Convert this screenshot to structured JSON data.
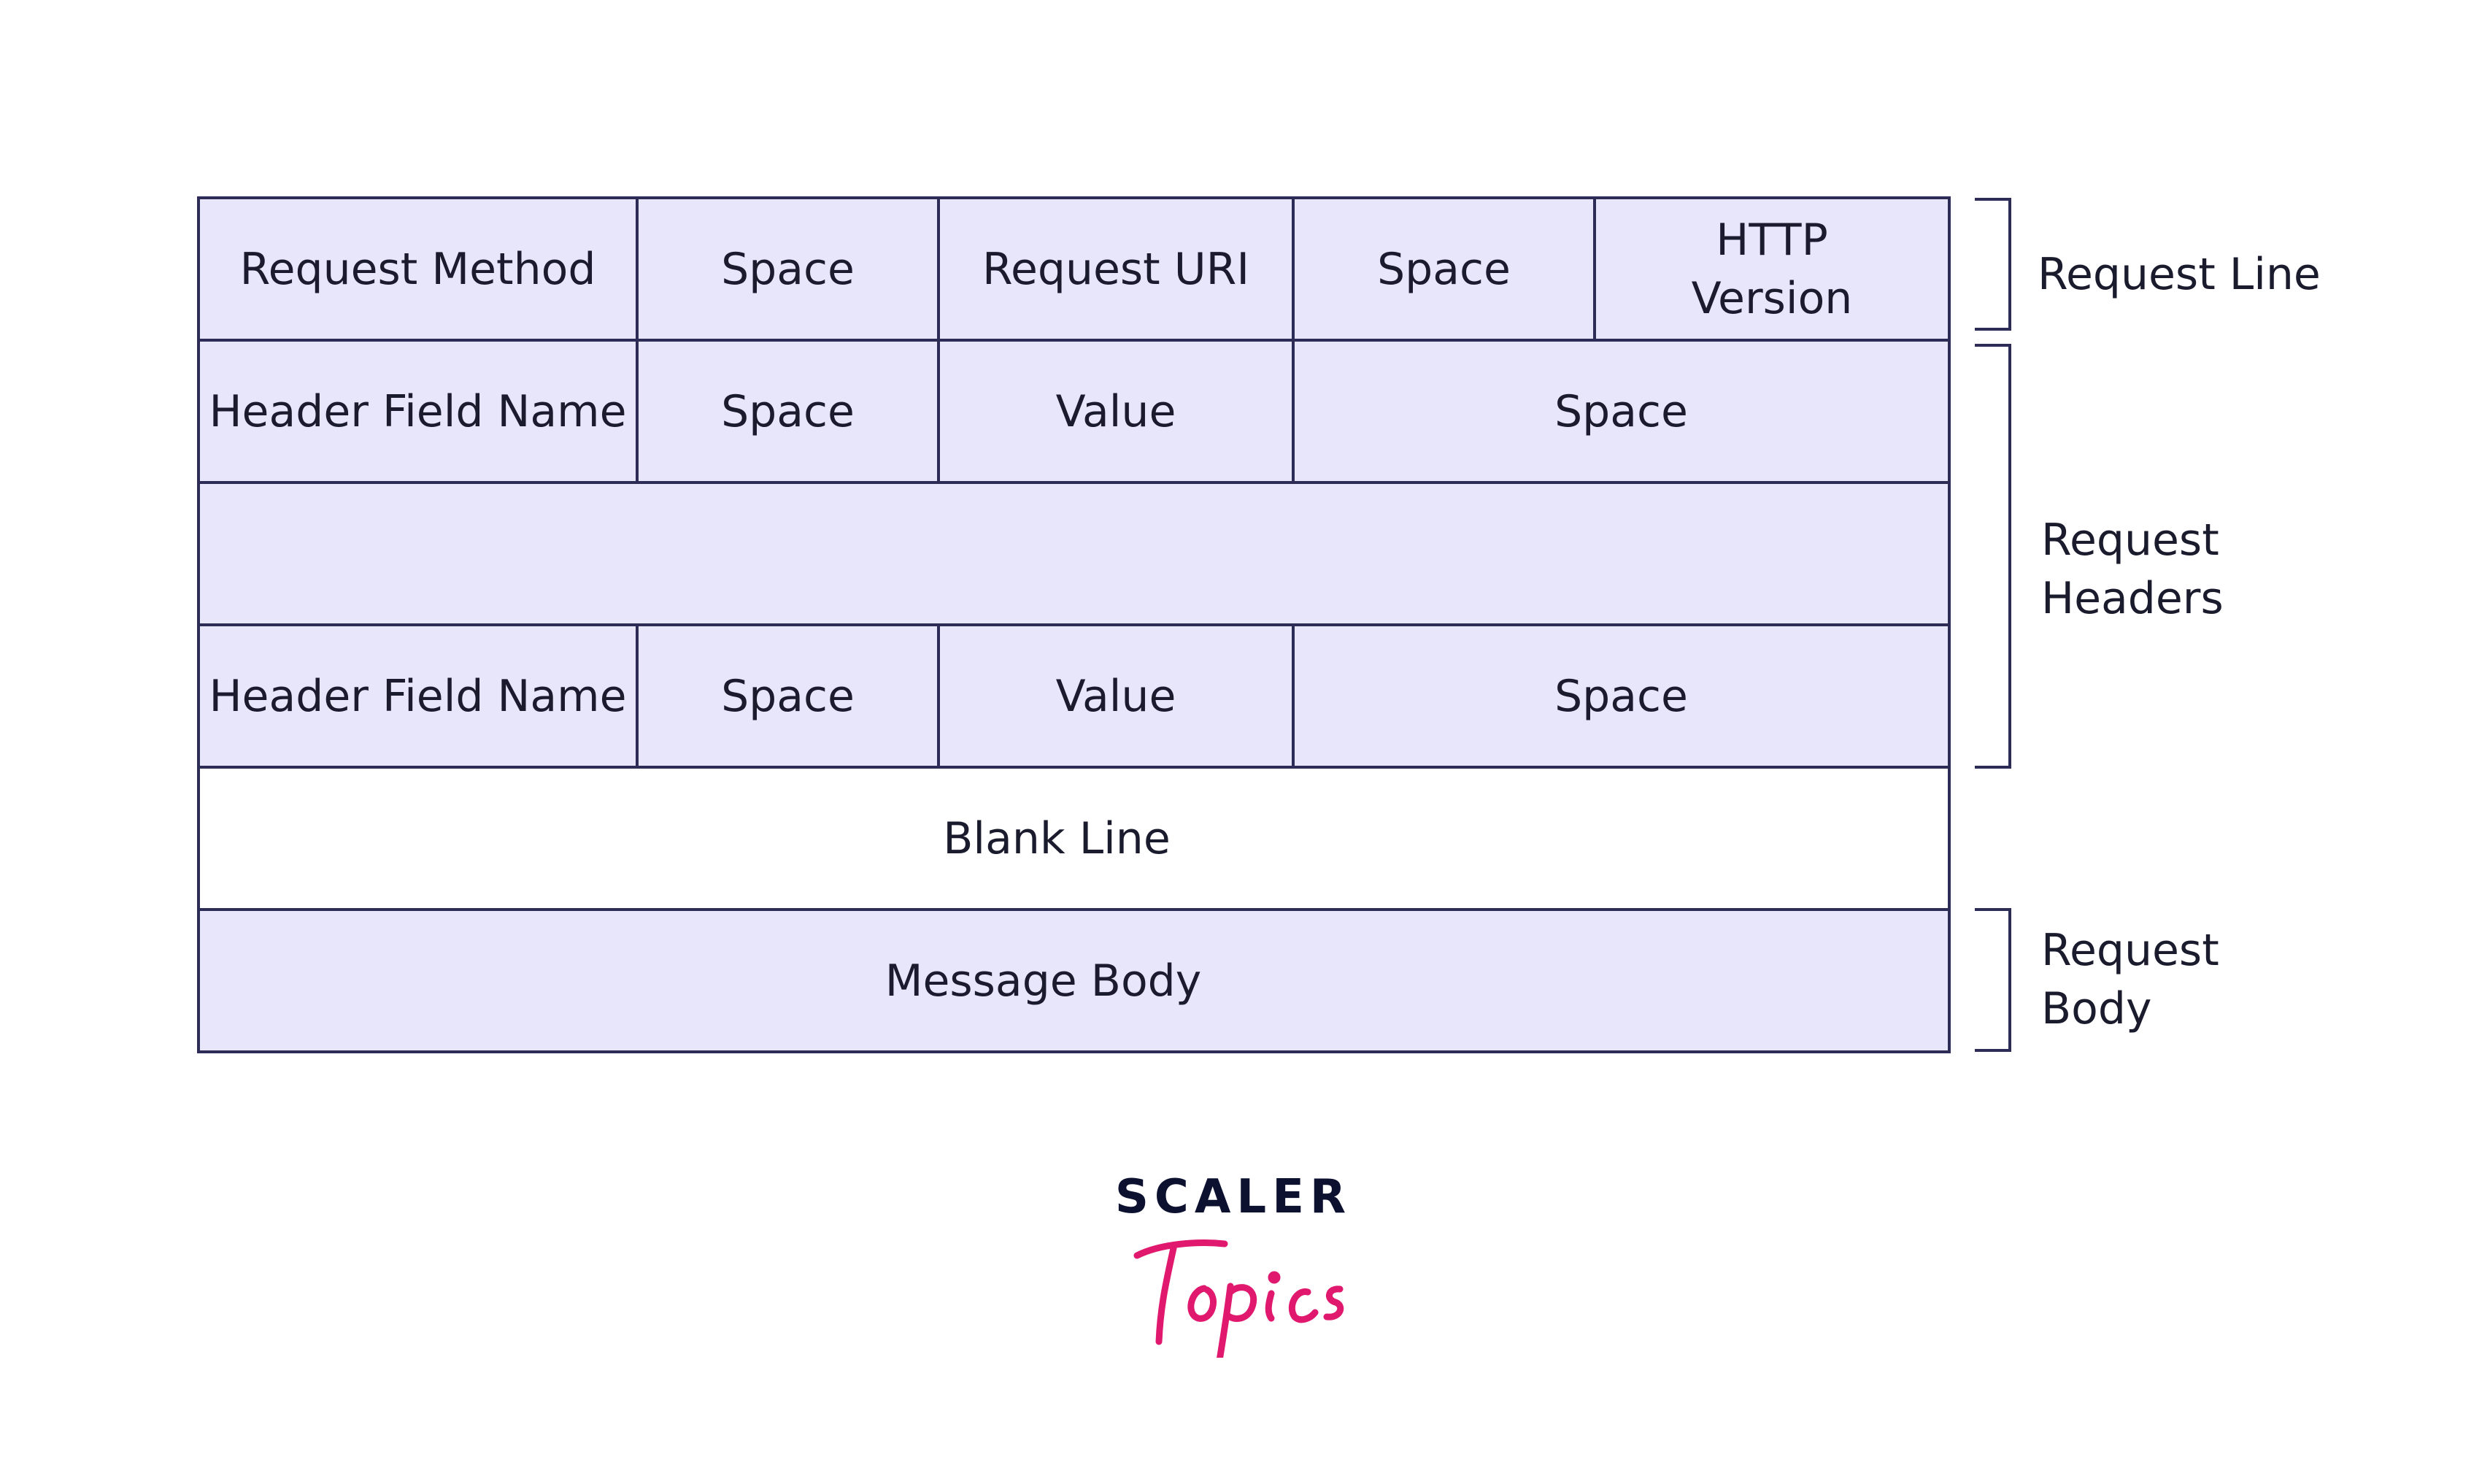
{
  "colors": {
    "cell_fill": "#e8e6fb",
    "blank_fill": "#ffffff",
    "border": "#2c2c57",
    "text": "#1b1b2e",
    "logo_dark": "#0d1130",
    "logo_pink": "#e0196e"
  },
  "request_line": {
    "method": "Request Method",
    "space1": "Space",
    "uri": "Request URI",
    "space2": "Space",
    "version": "HTTP\nVersion"
  },
  "header_row_1": {
    "field_name": "Header Field Name",
    "space1": "Space",
    "value": "Value",
    "space2": "Space"
  },
  "header_row_2": {
    "field_name": "Header Field Name",
    "space1": "Space",
    "value": "Value",
    "space2": "Space"
  },
  "blank_line": "Blank Line",
  "message_body": "Message Body",
  "brackets": {
    "request_line": "Request Line",
    "request_headers": "Request\nHeaders",
    "request_body": "Request\nBody"
  },
  "logo": {
    "word": "SCALER",
    "script": "Topics"
  }
}
